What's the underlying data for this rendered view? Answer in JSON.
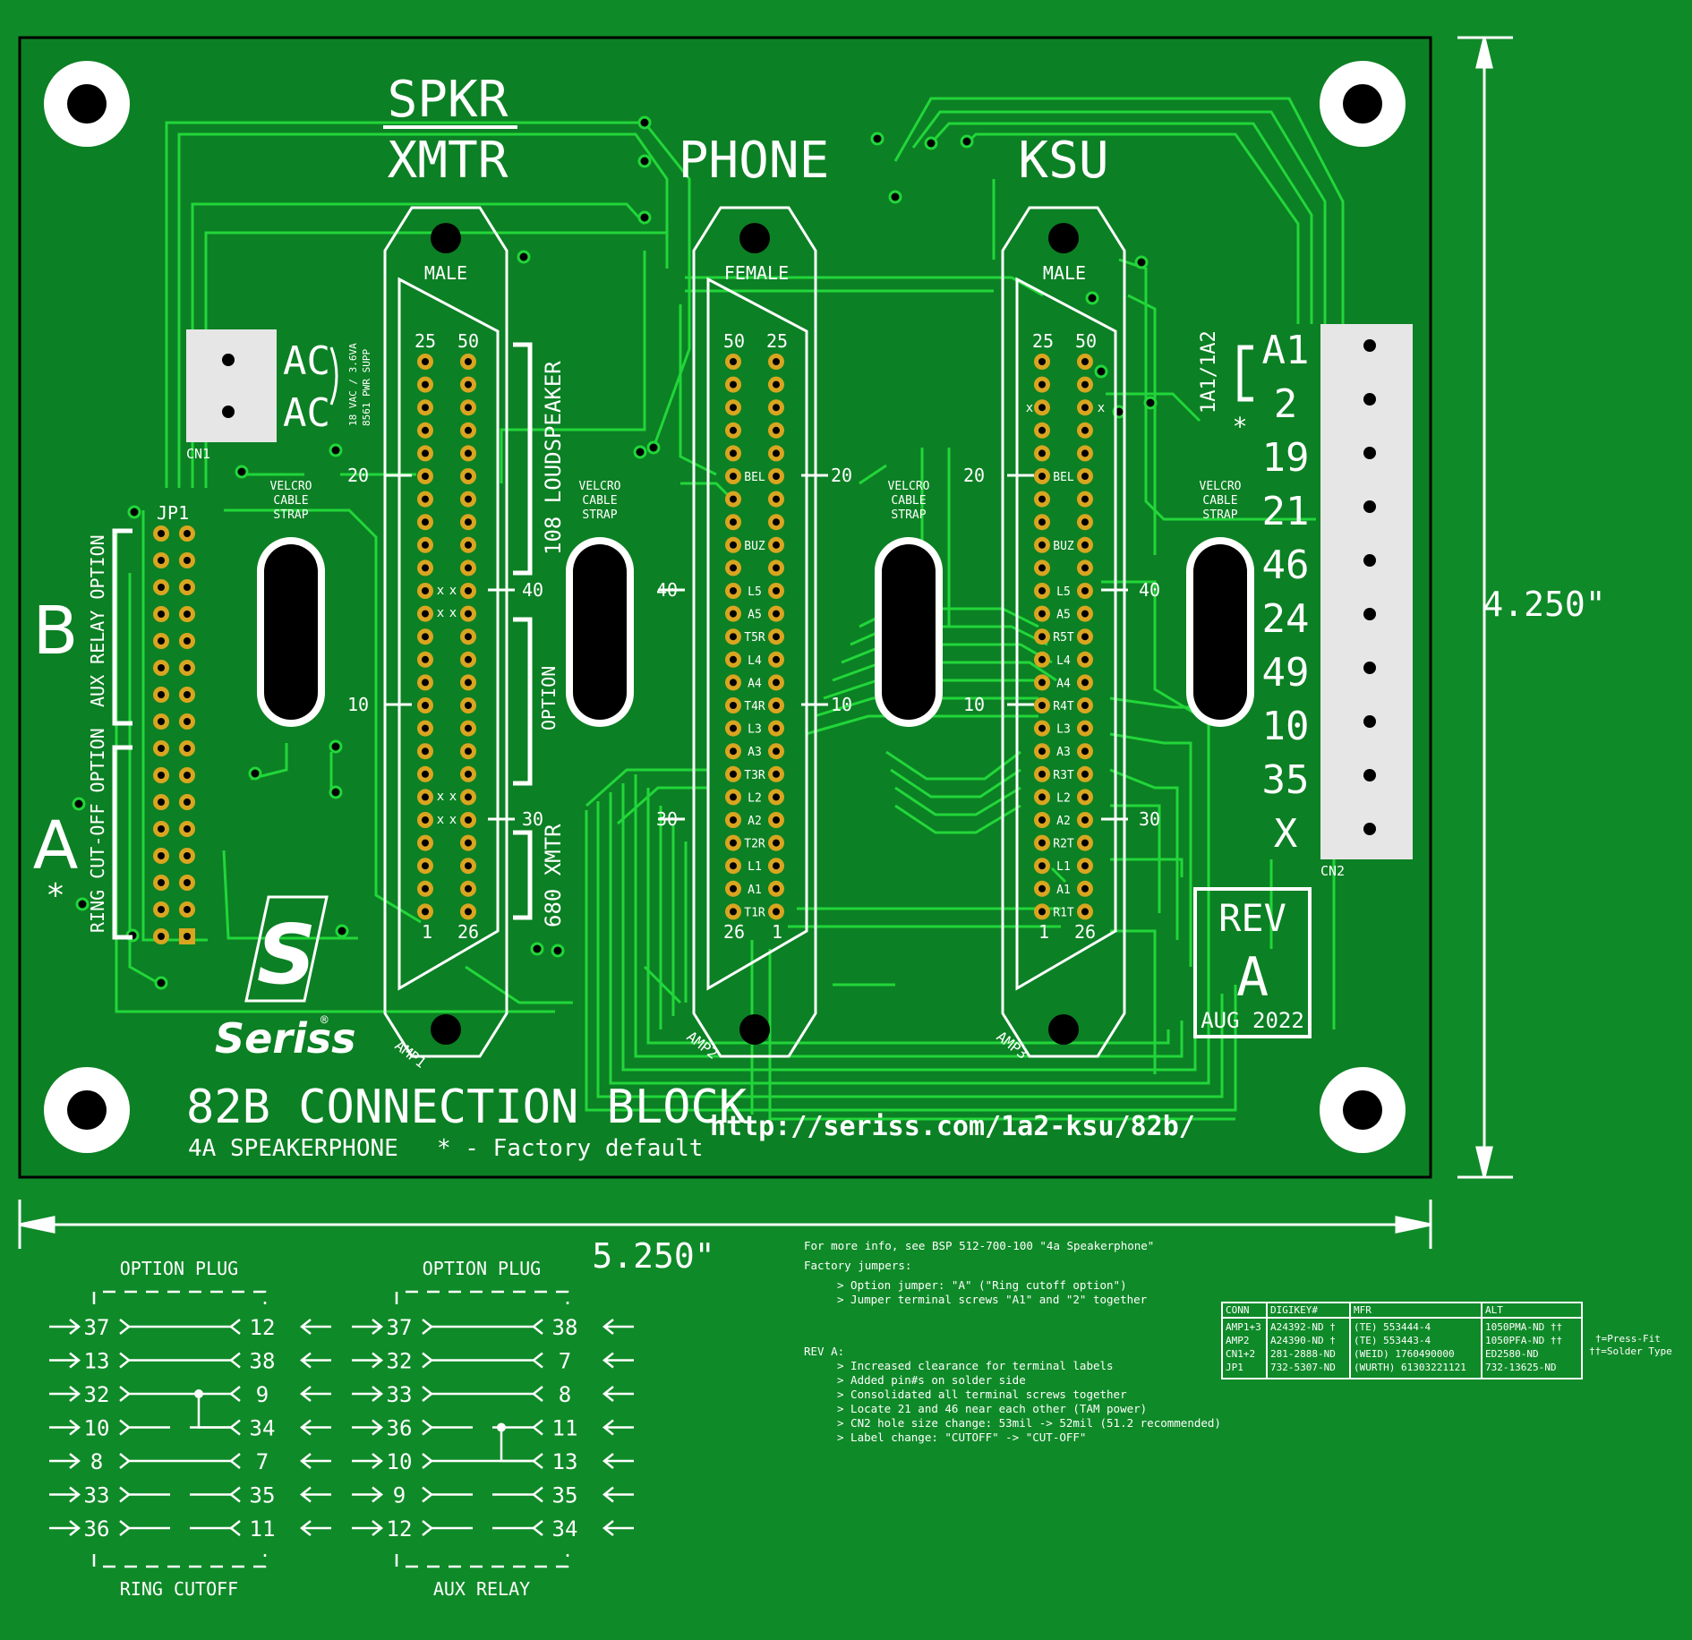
{
  "labels": {
    "spkr": "SPKR",
    "xmtr": "XMTR",
    "phone": "PHONE",
    "ksu": "KSU",
    "male": "MALE",
    "female": "FEMALE",
    "amp1": "AMP1",
    "amp2": "AMP2",
    "amp3": "AMP3",
    "cn1": "CN1",
    "cn2": "CN2",
    "jp1": "JP1",
    "ac": "AC",
    "ac_note_1": "18 VAC / 3.6VA",
    "ac_note_2": "8561 PWR SUPP",
    "velcro_1": "VELCRO",
    "velcro_2": "CABLE",
    "velcro_3": "STRAP",
    "loudspeaker": "108 LOUDSPEAKER",
    "option": "OPTION",
    "xmtr680": "680 XMTR",
    "aux_relay_option": "AUX RELAY OPTION",
    "ring_cutoff_option": "RING CUT-OFF OPTION",
    "opt_b": "B",
    "opt_a": "A",
    "factory_star": "*",
    "a1_group": "1A1/1A2",
    "rev": "REV",
    "rev_letter": "A",
    "rev_date": "AUG 2022",
    "brand": "Seriss",
    "brand_mark": "®",
    "logo_letter": "S",
    "title": "82B CONNECTION BLOCK",
    "subtitle": "4A SPEAKERPHONE",
    "factory_default": "* - Factory default",
    "url": "http://seriss.com/1a2-ksu/82b/",
    "dim_height": "4.250\"",
    "dim_width": "5.250\""
  },
  "amp1_pins": {
    "top_left": "25",
    "top_right": "50",
    "bot_left": "1",
    "bot_right": "26",
    "p20": "20",
    "p40": "40",
    "p10": "10",
    "p30": "30"
  },
  "amp2_pins": {
    "top_left": "50",
    "top_right": "25",
    "bot_left": "26",
    "bot_right": "1",
    "p20": "20",
    "p40": "40",
    "p10": "10",
    "p30": "30"
  },
  "amp3_pins": {
    "top_left": "25",
    "top_right": "50",
    "bot_left": "1",
    "bot_right": "26",
    "p20": "20",
    "p40": "40",
    "p10": "10",
    "p30": "30"
  },
  "amp2_signals": [
    "BEL",
    "",
    "",
    "BUZ",
    "",
    "L5",
    "A5",
    "T5R",
    "L4",
    "A4",
    "T4R",
    "L3",
    "A3",
    "T3R",
    "L2",
    "A2",
    "T2R",
    "L1",
    "A1",
    "T1R"
  ],
  "amp3_signals": [
    "BEL",
    "",
    "",
    "BUZ",
    "",
    "L5",
    "A5",
    "R5T",
    "L4",
    "A4",
    "R4T",
    "L3",
    "A3",
    "R3T",
    "L2",
    "A2",
    "R2T",
    "L1",
    "A1",
    "R1T"
  ],
  "cn2_terminals": [
    "A1",
    "2",
    "19",
    "21",
    "46",
    "24",
    "49",
    "10",
    "35",
    "X"
  ],
  "option_plug_ring": {
    "title": "OPTION PLUG",
    "footer": "RING CUTOFF",
    "left": [
      "37",
      "13",
      "32",
      "10",
      "8",
      "33",
      "36"
    ],
    "right": [
      "12",
      "38",
      "9",
      "34",
      "7",
      "35",
      "11"
    ]
  },
  "option_plug_aux": {
    "title": "OPTION PLUG",
    "footer": "AUX RELAY",
    "left": [
      "37",
      "32",
      "33",
      "36",
      "10",
      "9",
      "12"
    ],
    "right": [
      "38",
      "7",
      "8",
      "11",
      "13",
      "35",
      "34"
    ]
  },
  "notes": [
    "For more info, see BSP 512-700-100 \"4a Speakerphone\"",
    "Factory jumpers:",
    "> Option jumper: \"A\" (\"Ring cutoff option\")",
    "> Jumper terminal screws \"A1\" and \"2\" together",
    "",
    "REV A:",
    "> Increased clearance for terminal labels",
    "> Added pin#s on solder side",
    "> Consolidated all terminal screws together",
    "> Locate 21 and 46 near each other (TAM power)",
    "> CN2 hole size change: 53mil -> 52mil (51.2 recommended)",
    "> Label change: \"CUTOFF\" -> \"CUT-OFF\""
  ],
  "parts_table": {
    "headers": [
      "CONN",
      "DIGIKEY#",
      "MFR",
      "ALT"
    ],
    "rows": [
      [
        "AMP1+3",
        "A24392-ND †",
        "(TE) 553444-4",
        "1050PMA-ND ††"
      ],
      [
        "AMP2",
        "A24390-ND †",
        "(TE) 553443-4",
        "1050PFA-ND ††"
      ],
      [
        "CN1+2",
        "281-2888-ND",
        "(WEID) 1760490000",
        "ED2580-ND"
      ],
      [
        "JP1",
        "732-5307-ND",
        "(WURTH) 61303221121",
        "732-13625-ND"
      ]
    ],
    "legend_1": "†=Press-Fit",
    "legend_2": "††=Solder Type"
  },
  "colors": {
    "board": "#0f8a28",
    "trace": "#22d63a",
    "silk": "#ffffff",
    "pad": "#d9a520",
    "hole": "#000000",
    "terminal": "#e6e6e6"
  }
}
